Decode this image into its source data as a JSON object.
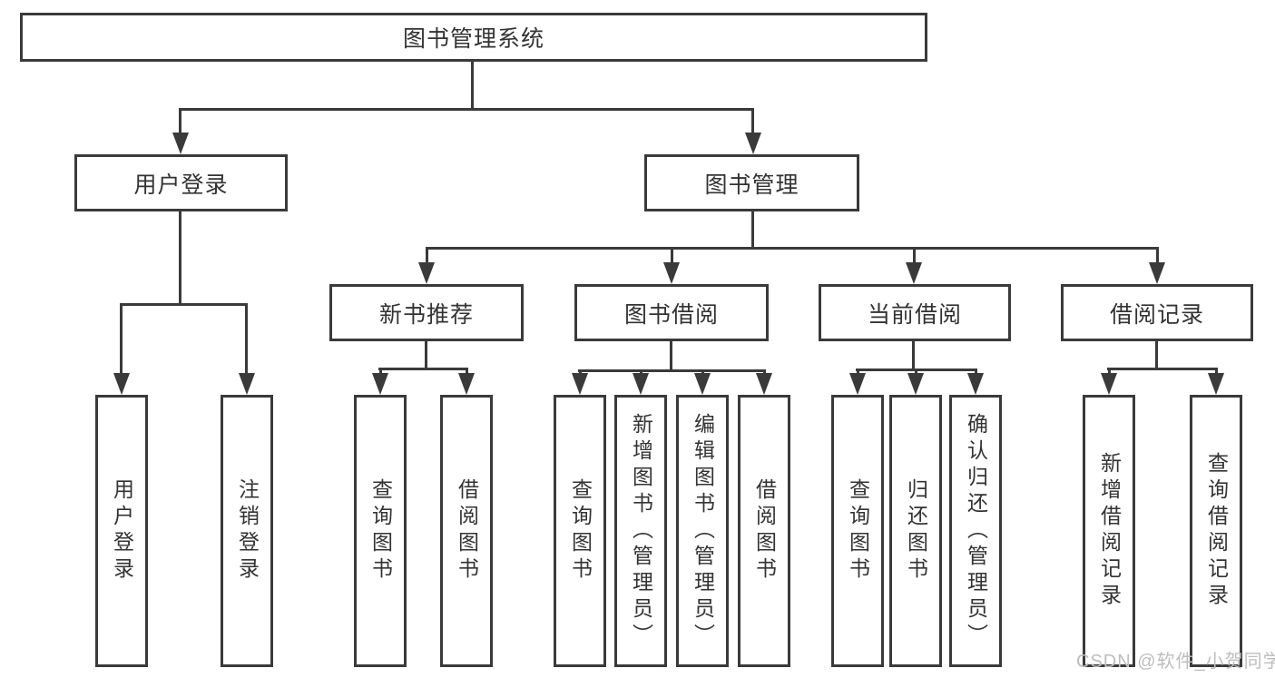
{
  "diagram": {
    "root": {
      "label": "图书管理系统"
    },
    "branches": [
      {
        "label": "用户登录",
        "children": [
          {
            "label": "用户登录"
          },
          {
            "label": "注销登录"
          }
        ]
      },
      {
        "label": "图书管理",
        "children": [
          {
            "label": "新书推荐",
            "children": [
              {
                "label": "查询图书"
              },
              {
                "label": "借阅图书"
              }
            ]
          },
          {
            "label": "图书借阅",
            "children": [
              {
                "label": "查询图书"
              },
              {
                "label": "新增图书（管理员）"
              },
              {
                "label": "编辑图书（管理员）"
              },
              {
                "label": "借阅图书"
              }
            ]
          },
          {
            "label": "当前借阅",
            "children": [
              {
                "label": "查询图书"
              },
              {
                "label": "归还图书"
              },
              {
                "label": "确认归还（管理员）"
              }
            ]
          },
          {
            "label": "借阅记录",
            "children": [
              {
                "label": "新增借阅记录"
              },
              {
                "label": "查询借阅记录"
              }
            ]
          }
        ]
      }
    ]
  },
  "watermark": {
    "text": "CSDN @软件_小贺同学"
  },
  "colors": {
    "line": "#3a3a3a",
    "box_border": "#3a3a3a",
    "text": "#333333",
    "watermark": "#bdbdbd",
    "background": "#ffffff"
  }
}
